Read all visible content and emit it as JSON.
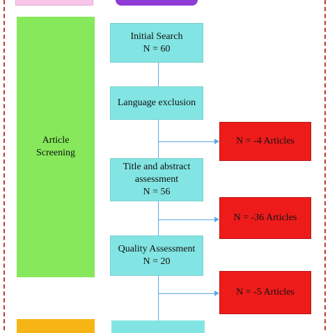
{
  "colors": {
    "screening_side": "#86e85a",
    "process_box": "#82e5e3",
    "exclusion_box": "#ee1b1b",
    "connector": "#5aa9e6",
    "frame_dashes": "#c0392b",
    "top_left_stub": "#f7c6e8",
    "top_mid_stub": "#8e3bd8",
    "bottom_left_stub": "#f7b515",
    "bottom_mid_stub": "#82e5e3"
  },
  "stage_label": {
    "line1": "Article",
    "line2": "Screening"
  },
  "steps": [
    {
      "line1": "Initial Search",
      "line2": "N = 60"
    },
    {
      "line1": "Language exclusion"
    },
    {
      "line1": "Title and abstract",
      "line2": "assessment",
      "line3": "N = 56"
    },
    {
      "line1": "Quality Assessment",
      "line2": "N = 20"
    }
  ],
  "exclusions": [
    {
      "label": "N = -4 Articles"
    },
    {
      "label": "N = -36 Articles"
    },
    {
      "label": "N = -5 Articles"
    }
  ]
}
